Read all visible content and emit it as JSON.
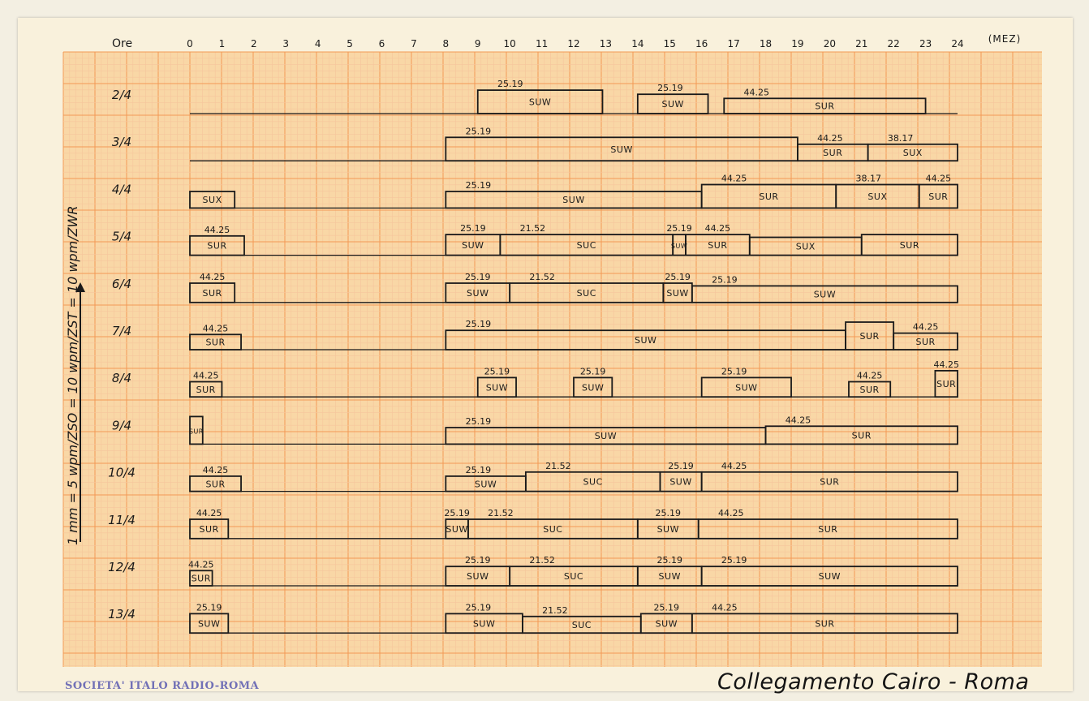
{
  "chart_data": {
    "type": "timeline",
    "hours_label": "Ore",
    "hours": [
      "0",
      "1",
      "2",
      "3",
      "4",
      "5",
      "6",
      "7",
      "8",
      "9",
      "10",
      "11",
      "12",
      "13",
      "14",
      "15",
      "16",
      "17",
      "18",
      "19",
      "20",
      "21",
      "22",
      "23",
      "24"
    ],
    "end_label": "(MEZ)",
    "xlim": [
      0,
      24
    ],
    "rows": [
      {
        "date": "2/4",
        "blocks": [
          {
            "start": 9,
            "end": 12.9,
            "lvl": 0.85,
            "call": "SUW",
            "freq": "25.19"
          },
          {
            "start": 14,
            "end": 16.2,
            "lvl": 0.7,
            "call": "SUW",
            "freq": "25.19"
          },
          {
            "start": 16.7,
            "end": 23,
            "lvl": 0.55,
            "call": "SUR",
            "freq": "44.25"
          }
        ]
      },
      {
        "date": "3/4",
        "blocks": [
          {
            "start": 8,
            "end": 19,
            "lvl": 0.85,
            "call": "SUW",
            "freq": "25.19"
          },
          {
            "start": 19,
            "end": 21.2,
            "lvl": 0.6,
            "call": "SUR",
            "freq": "44.25"
          },
          {
            "start": 21.2,
            "end": 24,
            "lvl": 0.6,
            "call": "SUX",
            "freq": "38.17"
          }
        ]
      },
      {
        "date": "4/4",
        "blocks": [
          {
            "start": 0,
            "end": 1.4,
            "lvl": 0.6,
            "call": "SUX",
            "freq": ""
          },
          {
            "start": 8,
            "end": 16,
            "lvl": 0.6,
            "call": "SUW",
            "freq": "25.19"
          },
          {
            "start": 16,
            "end": 20.2,
            "lvl": 0.85,
            "call": "SUR",
            "freq": "44.25"
          },
          {
            "start": 20.2,
            "end": 22.8,
            "lvl": 0.85,
            "call": "SUX",
            "freq": "38.17"
          },
          {
            "start": 22.8,
            "end": 24,
            "lvl": 0.85,
            "call": "SUR",
            "freq": "44.25"
          }
        ]
      },
      {
        "date": "5/4",
        "blocks": [
          {
            "start": 0,
            "end": 1.7,
            "lvl": 0.7,
            "call": "SUR",
            "freq": "44.25"
          },
          {
            "start": 8,
            "end": 9.7,
            "lvl": 0.75,
            "call": "SUW",
            "freq": "25.19"
          },
          {
            "start": 9.7,
            "end": 15.1,
            "lvl": 0.75,
            "call": "SUC",
            "freq": "21.52"
          },
          {
            "start": 15.1,
            "end": 15.5,
            "lvl": 0.75,
            "call": "SUW",
            "freq": "25.19"
          },
          {
            "start": 15.5,
            "end": 17.5,
            "lvl": 0.75,
            "call": "SUR",
            "freq": "44.25"
          },
          {
            "start": 17.5,
            "end": 21,
            "lvl": 0.65,
            "call": "SUX",
            "freq": ""
          },
          {
            "start": 21,
            "end": 24,
            "lvl": 0.75,
            "call": "SUR",
            "freq": ""
          }
        ]
      },
      {
        "date": "6/4",
        "blocks": [
          {
            "start": 0,
            "end": 1.4,
            "lvl": 0.7,
            "call": "SUR",
            "freq": "44.25"
          },
          {
            "start": 8,
            "end": 10,
            "lvl": 0.7,
            "call": "SUW",
            "freq": "25.19"
          },
          {
            "start": 10,
            "end": 14.8,
            "lvl": 0.7,
            "call": "SUC",
            "freq": "21.52"
          },
          {
            "start": 14.8,
            "end": 15.7,
            "lvl": 0.7,
            "call": "SUW",
            "freq": "25.19"
          },
          {
            "start": 15.7,
            "end": 24,
            "lvl": 0.6,
            "call": "SUW",
            "freq": "25.19"
          }
        ]
      },
      {
        "date": "7/4",
        "blocks": [
          {
            "start": 0,
            "end": 1.6,
            "lvl": 0.55,
            "call": "SUR",
            "freq": "44.25"
          },
          {
            "start": 8,
            "end": 20.5,
            "lvl": 0.7,
            "call": "SUW",
            "freq": "25.19"
          },
          {
            "start": 20.5,
            "end": 22,
            "lvl": 1.0,
            "call": "SUR",
            "freq": ""
          },
          {
            "start": 22,
            "end": 24,
            "lvl": 0.6,
            "call": "SUR",
            "freq": "44.25"
          }
        ]
      },
      {
        "date": "8/4",
        "blocks": [
          {
            "start": 0,
            "end": 1,
            "lvl": 0.55,
            "call": "SUR",
            "freq": "44.25"
          },
          {
            "start": 9,
            "end": 10.2,
            "lvl": 0.7,
            "call": "SUW",
            "freq": "25.19"
          },
          {
            "start": 12,
            "end": 13.2,
            "lvl": 0.7,
            "call": "SUW",
            "freq": "25.19"
          },
          {
            "start": 16,
            "end": 18.8,
            "lvl": 0.7,
            "call": "SUW",
            "freq": "25.19"
          },
          {
            "start": 20.6,
            "end": 21.9,
            "lvl": 0.55,
            "call": "SUR",
            "freq": "44.25"
          },
          {
            "start": 23.3,
            "end": 24,
            "lvl": 0.95,
            "call": "SUR",
            "freq": "44.25"
          }
        ]
      },
      {
        "date": "9/4",
        "blocks": [
          {
            "start": 0,
            "end": 0.4,
            "lvl": 1.0,
            "call": "SUR",
            "freq": ""
          },
          {
            "start": 8,
            "end": 18,
            "lvl": 0.6,
            "call": "SUW",
            "freq": "25.19"
          },
          {
            "start": 18,
            "end": 24,
            "lvl": 0.65,
            "call": "SUR",
            "freq": "44.25"
          }
        ]
      },
      {
        "date": "10/4",
        "blocks": [
          {
            "start": 0,
            "end": 1.6,
            "lvl": 0.55,
            "call": "SUR",
            "freq": "44.25"
          },
          {
            "start": 8,
            "end": 10.5,
            "lvl": 0.55,
            "call": "SUW",
            "freq": "25.19"
          },
          {
            "start": 10.5,
            "end": 14.7,
            "lvl": 0.7,
            "call": "SUC",
            "freq": "21.52"
          },
          {
            "start": 14.7,
            "end": 16,
            "lvl": 0.7,
            "call": "SUW",
            "freq": "25.19"
          },
          {
            "start": 16,
            "end": 24,
            "lvl": 0.7,
            "call": "SUR",
            "freq": "44.25"
          }
        ]
      },
      {
        "date": "11/4",
        "blocks": [
          {
            "start": 0,
            "end": 1.2,
            "lvl": 0.7,
            "call": "SUR",
            "freq": "44.25"
          },
          {
            "start": 8,
            "end": 8.7,
            "lvl": 0.7,
            "call": "SUW",
            "freq": "25.19"
          },
          {
            "start": 8.7,
            "end": 14,
            "lvl": 0.7,
            "call": "SUC",
            "freq": "21.52"
          },
          {
            "start": 14,
            "end": 15.9,
            "lvl": 0.7,
            "call": "SUW",
            "freq": "25.19"
          },
          {
            "start": 15.9,
            "end": 24,
            "lvl": 0.7,
            "call": "SUR",
            "freq": "44.25"
          }
        ]
      },
      {
        "date": "12/4",
        "blocks": [
          {
            "start": 0,
            "end": 0.7,
            "lvl": 0.55,
            "call": "SUR",
            "freq": "44.25"
          },
          {
            "start": 8,
            "end": 10,
            "lvl": 0.7,
            "call": "SUW",
            "freq": "25.19"
          },
          {
            "start": 10,
            "end": 14,
            "lvl": 0.7,
            "call": "SUC",
            "freq": "21.52"
          },
          {
            "start": 14,
            "end": 16,
            "lvl": 0.7,
            "call": "SUW",
            "freq": "25.19"
          },
          {
            "start": 16,
            "end": 24,
            "lvl": 0.7,
            "call": "SUW",
            "freq": "25.19"
          }
        ]
      },
      {
        "date": "13/4",
        "blocks": [
          {
            "start": 0,
            "end": 1.2,
            "lvl": 0.7,
            "call": "SUW",
            "freq": "25.19"
          },
          {
            "start": 8,
            "end": 10.4,
            "lvl": 0.7,
            "call": "SUW",
            "freq": "25.19"
          },
          {
            "start": 10.4,
            "end": 14.1,
            "lvl": 0.6,
            "call": "SUC",
            "freq": "21.52"
          },
          {
            "start": 14.1,
            "end": 15.7,
            "lvl": 0.7,
            "call": "SUW",
            "freq": "25.19"
          },
          {
            "start": 15.7,
            "end": 24,
            "lvl": 0.7,
            "call": "SUR",
            "freq": "44.25"
          }
        ]
      }
    ]
  },
  "scale_note": "1 mm = 5 wpm/ZSO = 10 wpm/ZST = 10 wpm/ZWR",
  "stamp": "SOCIETA' ITALO RADIO-ROMA",
  "footer_title": "Collegamento Cairo - Roma",
  "colors": {
    "grid": "#f39a55",
    "grid_minor": "#f6c69c",
    "ink": "#1a1a1a",
    "paper": "#f9d7a6"
  }
}
